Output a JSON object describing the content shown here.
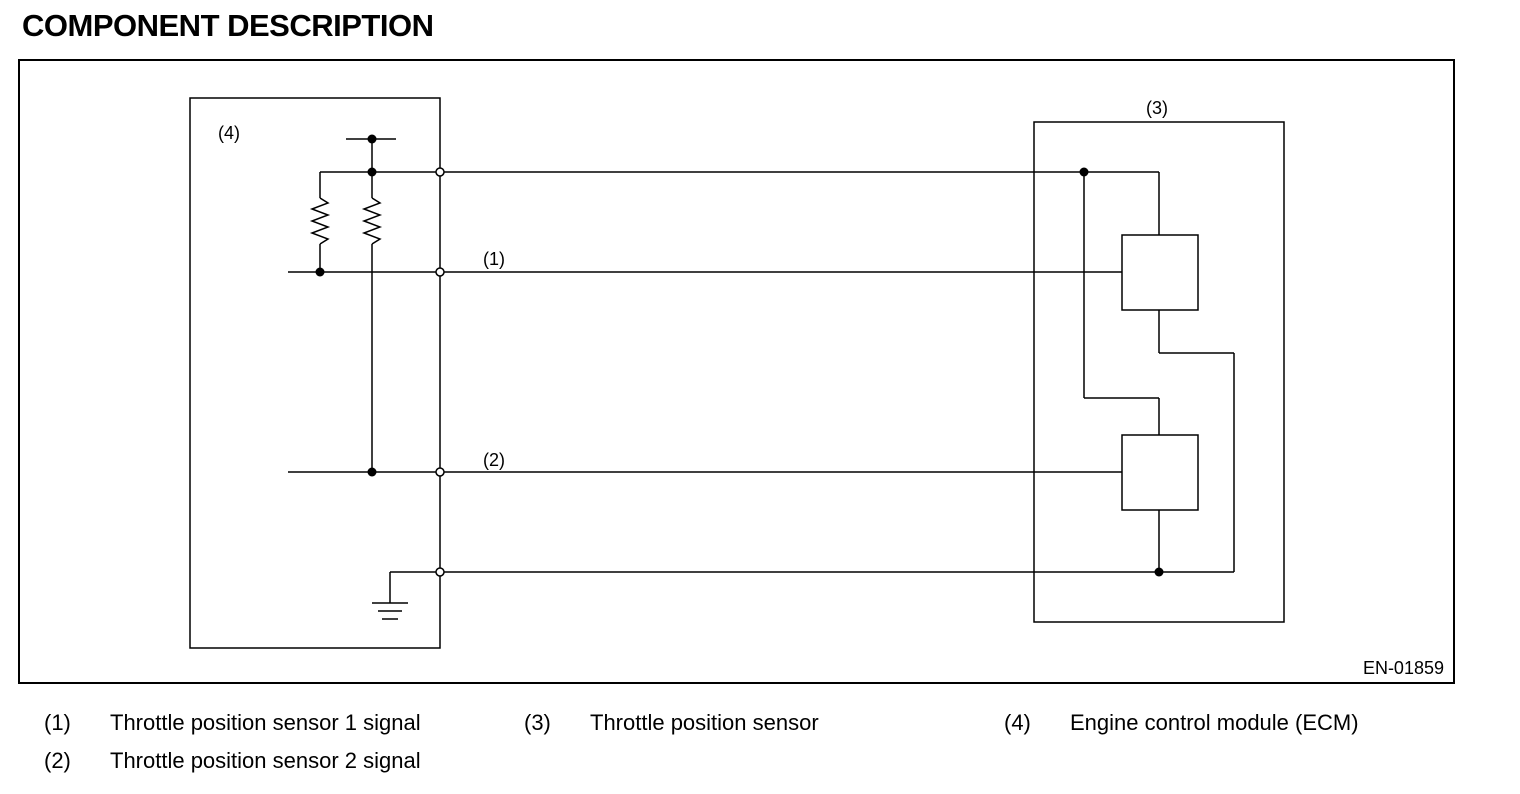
{
  "title": "COMPONENT DESCRIPTION",
  "figure": {
    "code": "EN-01859",
    "labels": {
      "ecm": "(4)",
      "sensor": "(3)",
      "signal1": "(1)",
      "signal2": "(2)"
    }
  },
  "legend": [
    {
      "num": "(1)",
      "text": "Throttle position sensor 1 signal"
    },
    {
      "num": "(2)",
      "text": "Throttle position sensor 2 signal"
    },
    {
      "num": "(3)",
      "text": "Throttle position sensor"
    },
    {
      "num": "(4)",
      "text": "Engine control module (ECM)"
    }
  ]
}
